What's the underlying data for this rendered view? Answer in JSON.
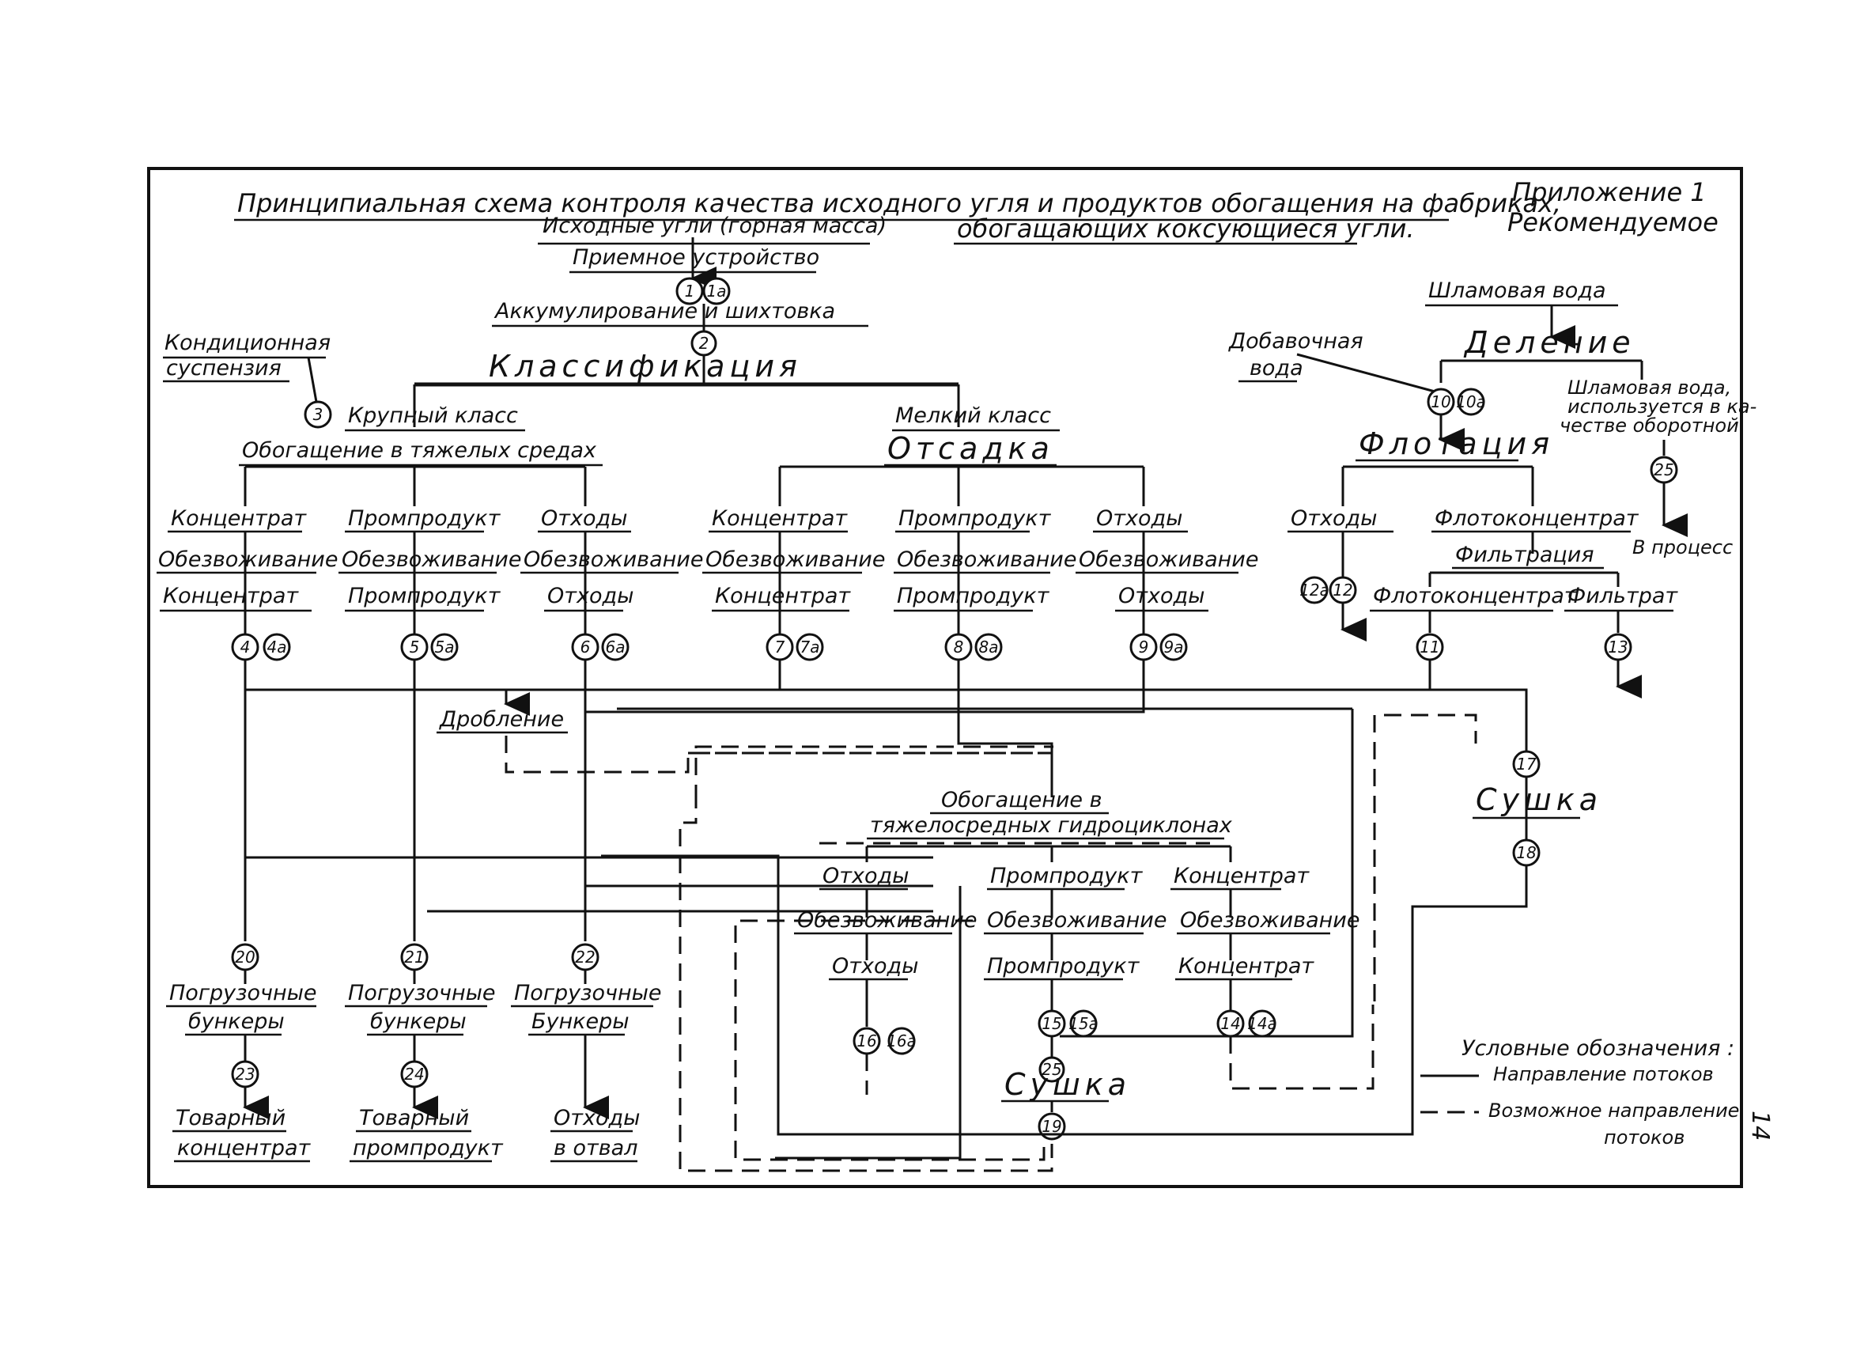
{
  "title_line1": "Принципиальная схема контроля качества исходного угля и продуктов обогащения на фабриках,",
  "title_line2": "обогащающих коксующиеся угли.",
  "appendix": {
    "line1": "Приложение 1",
    "line2": "Рекомендуемое"
  },
  "labels": {
    "ishodnye": "Исходные угли (горная масса)",
    "priemnoe": "Приемное устройство",
    "akkum": "Аккумулирование и шихтовка",
    "klass": "Классификация",
    "kond1": "Кондиционная",
    "kond2": "суспензия",
    "krupny": "Крупный класс",
    "obog_tyazh": "Обогащение в тяжелых средах",
    "melkiy": "Мелкий класс",
    "otsadka": "Отсадка",
    "shlam": "Шламовая вода",
    "dobav1": "Добавочная",
    "dobav2": "вода",
    "delenie": "Деление",
    "shlam_ob1": "Шламовая вода,",
    "shlam_ob2": "используется в ка-",
    "shlam_ob3": "честве оборотной",
    "v_process": "В процесс",
    "flotaciya": "Флотация",
    "otkhody_fl": "Отходы",
    "flotokonc": "Флотоконцентрат",
    "filtraciya": "Фильтрация",
    "flotokonc2": "Флотоконцентрат",
    "filtrat": "Фильтрат",
    "c1_a": "Концентрат",
    "c1_b": "Обезвоживание",
    "c1_c": "Концентрат",
    "c2_a": "Промпродукт",
    "c2_b": "Обезвоживание",
    "c2_c": "Промпродукт",
    "c3_a": "Отходы",
    "c3_b": "Обезвоживание",
    "c3_c": "Отходы",
    "c4_a": "Концентрат",
    "c4_b": "Обезвоживание",
    "c4_c": "Концентрат",
    "c5_a": "Промпродукт",
    "c5_b": "Обезвоживание",
    "c5_c": "Промпродукт",
    "c6_a": "Отходы",
    "c6_b": "Обезвоживание",
    "c6_c": "Отходы",
    "droblenie": "Дробление",
    "obog_gidro1": "Обогащение в",
    "obog_gidro2": "тяжелосредных гидроциклонах",
    "h1_a": "Отходы",
    "h1_b": "Обезвоживание",
    "h1_c": "Отходы",
    "h2_a": "Промпродукт",
    "h2_b": "Обезвоживание",
    "h2_c": "Промпродукт",
    "h3_a": "Концентрат",
    "h3_b": "Обезвоживание",
    "h3_c": "Концентрат",
    "sushka": "Сушка",
    "sushka2": "Сушка",
    "bunk1_a": "Погрузочные",
    "bunk1_b": "бункеры",
    "bunk2_a": "Погрузочные",
    "bunk2_b": "бункеры",
    "bunk3_a": "Погрузочные",
    "bunk3_b": "Бункеры",
    "tov1_a": "Товарный",
    "tov1_b": "концентрат",
    "tov2_a": "Товарный",
    "tov2_b": "промпродукт",
    "otv_a": "Отходы",
    "otv_b": "в отвал"
  },
  "legend": {
    "title": "Условные обозначения :",
    "solid": "Направление потоков",
    "dashed1": "Возможное направление",
    "dashed2": "потоков"
  },
  "nodes": {
    "n1": "1",
    "n1a": "1а",
    "n2": "2",
    "n3": "3",
    "n4": "4",
    "n4a": "4а",
    "n5": "5",
    "n5a": "5а",
    "n6": "6",
    "n6a": "6а",
    "n7": "7",
    "n7a": "7а",
    "n8": "8",
    "n8a": "8а",
    "n9": "9",
    "n9a": "9а",
    "n10": "10",
    "n10a": "10а",
    "n11": "11",
    "n12": "12",
    "n12a": "12а",
    "n13": "13",
    "n14": "14",
    "n14a": "14а",
    "n15": "15",
    "n15a": "15а",
    "n16": "16",
    "n16a": "16а",
    "n17": "17",
    "n18": "18",
    "n19": "19",
    "n20": "20",
    "n21": "21",
    "n22": "22",
    "n23": "23",
    "n24": "24",
    "n25": "25",
    "n25b": "25"
  },
  "page_number": "14"
}
